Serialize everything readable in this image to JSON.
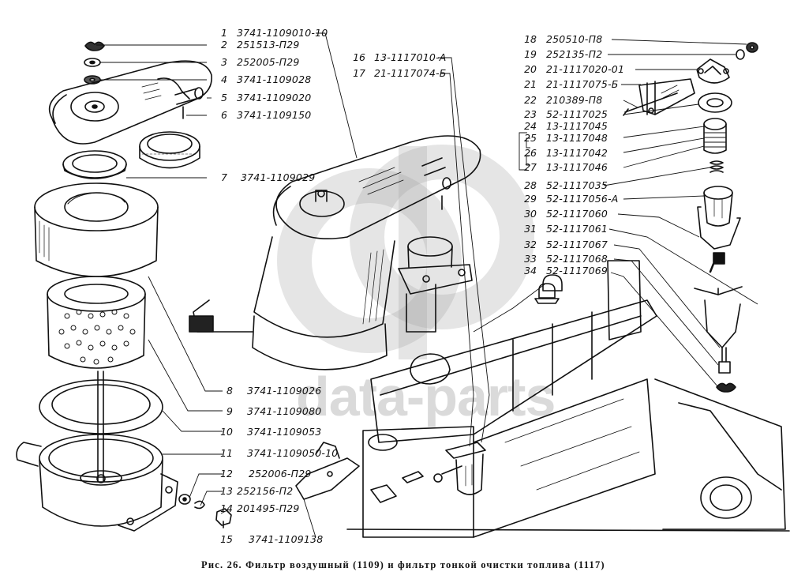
{
  "figure": {
    "caption": "Рис. 26. Фильтр воздушный (1109) и фильтр тонкой очистки топлива (1117)",
    "watermark": "data-parts"
  },
  "parts": [
    {
      "num": "1",
      "code": "3741-1109010-10"
    },
    {
      "num": "2",
      "code": "251513-П29"
    },
    {
      "num": "3",
      "code": "252005-П29"
    },
    {
      "num": "4",
      "code": "3741-1109028"
    },
    {
      "num": "5",
      "code": "3741-1109020"
    },
    {
      "num": "6",
      "code": "3741-1109150"
    },
    {
      "num": "7",
      "code": "3741-1109029"
    },
    {
      "num": "8",
      "code": "3741-1109026"
    },
    {
      "num": "9",
      "code": "3741-1109080"
    },
    {
      "num": "10",
      "code": "3741-1109053"
    },
    {
      "num": "11",
      "code": "3741-1109050-10"
    },
    {
      "num": "12",
      "code": "252006-П29"
    },
    {
      "num": "13",
      "code": "252156-П2"
    },
    {
      "num": "14",
      "code": "201495-П29"
    },
    {
      "num": "15",
      "code": "3741-1109138"
    },
    {
      "num": "16",
      "code": "13-1117010-А"
    },
    {
      "num": "17",
      "code": "21-1117074-Б"
    },
    {
      "num": "18",
      "code": "250510-П8"
    },
    {
      "num": "19",
      "code": "252135-П2"
    },
    {
      "num": "20",
      "code": "21-1117020-01"
    },
    {
      "num": "21",
      "code": "21-1117075-Б"
    },
    {
      "num": "22",
      "code": "210389-П8"
    },
    {
      "num": "23",
      "code": "52-1117025"
    },
    {
      "num": "24",
      "code": "13-1117045"
    },
    {
      "num": "25",
      "code": "13-1117048"
    },
    {
      "num": "26",
      "code": "13-1117042"
    },
    {
      "num": "27",
      "code": "13-1117046"
    },
    {
      "num": "28",
      "code": "52-1117035"
    },
    {
      "num": "29",
      "code": "52-1117056-А"
    },
    {
      "num": "30",
      "code": "52-1117060"
    },
    {
      "num": "31",
      "code": "52-1117061"
    },
    {
      "num": "32",
      "code": "52-1117067"
    },
    {
      "num": "33",
      "code": "52-1117068"
    },
    {
      "num": "34",
      "code": "52-1117069"
    }
  ]
}
